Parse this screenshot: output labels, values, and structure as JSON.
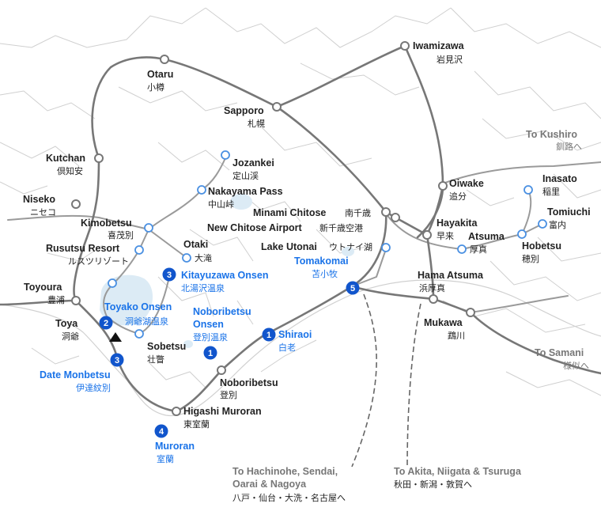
{
  "cities": {
    "iwamizawa": {
      "en": "Iwamizawa",
      "jp": "岩見沢"
    },
    "otaru": {
      "en": "Otaru",
      "jp": "小樽"
    },
    "sapporo": {
      "en": "Sapporo",
      "jp": "札幌"
    },
    "kutchan": {
      "en": "Kutchan",
      "jp": "倶知安"
    },
    "niseko": {
      "en": "Niseko",
      "jp": "ニセコ"
    },
    "kimobetsu": {
      "en": "Kimobetsu",
      "jp": "喜茂別"
    },
    "rusutsu": {
      "en": "Rusutsu Resort",
      "jp": "ルスツリゾート"
    },
    "toyoura": {
      "en": "Toyoura",
      "jp": "豊浦"
    },
    "toya": {
      "en": "Toya",
      "jp": "洞爺"
    },
    "sobetsu": {
      "en": "Sobetsu",
      "jp": "壮瞥"
    },
    "jozankei": {
      "en": "Jozankei",
      "jp": "定山渓"
    },
    "nakayama": {
      "en": "Nakayama Pass",
      "jp": "中山峠"
    },
    "otaki": {
      "en": "Otaki",
      "jp": "大滝"
    },
    "minami_chitose": {
      "en": "Minami Chitose",
      "jp": "南千歳"
    },
    "new_chitose": {
      "en": "New Chitose Airport",
      "jp": "新千歳空港"
    },
    "lake_utonai": {
      "en": "Lake Utonai",
      "jp": "ウトナイ湖"
    },
    "oiwake": {
      "en": "Oiwake",
      "jp": "追分"
    },
    "hayakita": {
      "en": "Hayakita",
      "jp": "早来"
    },
    "atsuma": {
      "en": "Atsuma",
      "jp": "厚真"
    },
    "inasato": {
      "en": "Inasato",
      "jp": "稲里"
    },
    "tomiuchi": {
      "en": "Tomiuchi",
      "jp": "富内"
    },
    "hobetsu": {
      "en": "Hobetsu",
      "jp": "穂別"
    },
    "hama_atsuma": {
      "en": "Hama Atsuma",
      "jp": "浜厚真"
    },
    "mukawa": {
      "en": "Mukawa",
      "jp": "鵡川"
    },
    "noboribetsu": {
      "en": "Noboribetsu",
      "jp": "登別"
    },
    "higashi_muroran": {
      "en": "Higashi Muroran",
      "jp": "東室蘭"
    }
  },
  "spots": {
    "s1_shiraoi": {
      "num": "1",
      "en": "Shiraoi",
      "jp": "白老"
    },
    "s1_noboribetsu_onsen": {
      "num": "1",
      "en1": "Noboribetsu",
      "en2": "Onsen",
      "jp": "登別温泉"
    },
    "s2_toyako": {
      "num": "2",
      "en": "Toyako Onsen",
      "jp": "洞爺湖温泉"
    },
    "s3_kitayuzawa": {
      "num": "3",
      "en": "Kitayuzawa Onsen",
      "jp": "北湯沢温泉"
    },
    "s3_date": {
      "num": "3",
      "en": "Date Monbetsu",
      "jp": "伊達紋別"
    },
    "s4_muroran": {
      "num": "4",
      "en": "Muroran",
      "jp": "室蘭"
    },
    "s5_tomakomai": {
      "num": "5",
      "en": "Tomakomai",
      "jp": "苫小牧"
    }
  },
  "directions": {
    "kushiro": {
      "en": "To Kushiro",
      "jp": "釧路へ"
    },
    "samani": {
      "en": "To Samani",
      "jp": "様似へ"
    },
    "south_west": {
      "en1": "To Hachinohe, Sendai,",
      "en2": "Oarai & Nagoya",
      "jp": "八戸・仙台・大洗・名古屋へ"
    },
    "south_east": {
      "en": "To Akita, Niigata & Tsuruga",
      "jp": "秋田・新潟・敦賀へ"
    }
  },
  "colors": {
    "spot": "#1155cc",
    "spot_label": "#1a73e8",
    "rail": "#777777",
    "lake": "#dcebf5"
  }
}
